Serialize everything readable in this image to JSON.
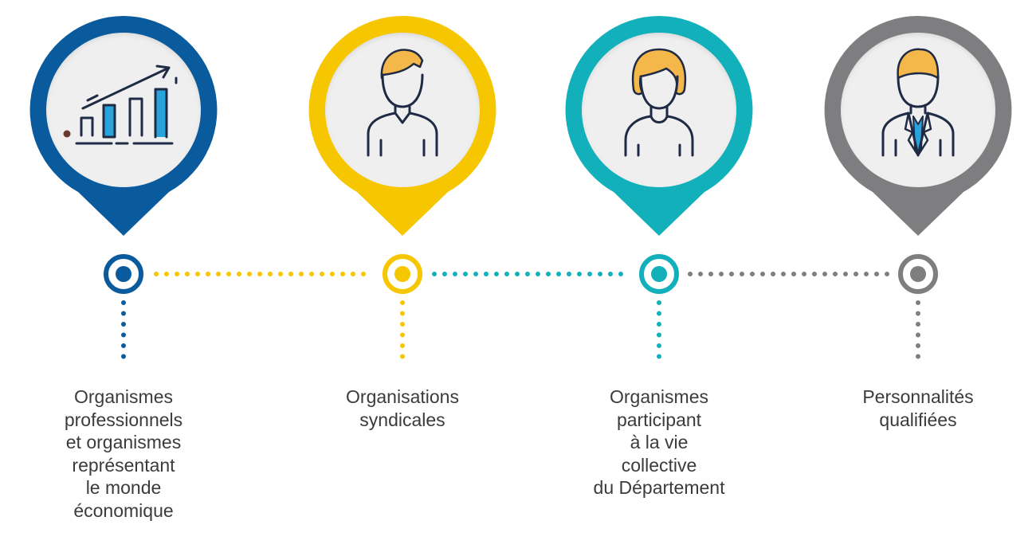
{
  "colors": {
    "blue": "#0a5a9e",
    "yellow": "#f6c600",
    "teal": "#12b0ba",
    "gray": "#7e7e80",
    "icon_stroke": "#1f2a44",
    "hair": "#f4b84a",
    "bar_fill": "#29a3dc",
    "pin_inner": "#efefef"
  },
  "categories": [
    {
      "label": "Organismes\nprofessionnels\net organismes\nreprésentant\nle monde\néconomique",
      "color": "#0a5a9e",
      "icon": "growth-chart-icon"
    },
    {
      "label": "Organisations\nsyndicales",
      "color": "#f6c600",
      "icon": "man-sweater-icon"
    },
    {
      "label": "Organismes\nparticipant\nà la vie\ncollective\ndu Département",
      "color": "#12b0ba",
      "icon": "woman-icon"
    },
    {
      "label": "Personnalités\nqualifiées",
      "color": "#7e7e80",
      "icon": "businessman-suit-icon"
    }
  ]
}
